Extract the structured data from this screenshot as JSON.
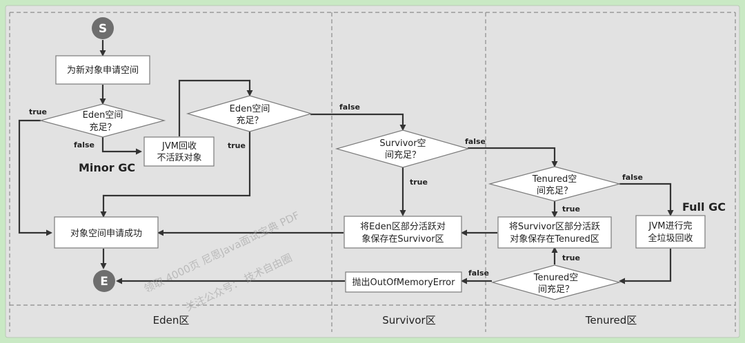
{
  "nodes": {
    "start": "S",
    "end": "E",
    "alloc_request": "为新对象申请空间",
    "eden_check_1_line1": "Eden空间",
    "eden_check_1_line2": "充足？",
    "jvm_reclaim_line1": "JVM回收",
    "jvm_reclaim_line2": "不活跃对象",
    "eden_check_2_line1": "Eden空间",
    "eden_check_2_line2": "充足？",
    "alloc_success": "对象空间申请成功",
    "survivor_check_line1": "Survivor空",
    "survivor_check_line2": "间充足？",
    "move_eden_to_survivor_line1": "将Eden区部分活跃对",
    "move_eden_to_survivor_line2": "象保存在Survivor区",
    "tenured_check_1_line1": "Tenured空",
    "tenured_check_1_line2": "间充足？",
    "move_survivor_to_tenured_line1": "将Survivor区部分活跃",
    "move_survivor_to_tenured_line2": "对象保存在Tenured区",
    "full_gc_box_line1": "JVM进行完",
    "full_gc_box_line2": "全垃圾回收",
    "tenured_check_2_line1": "Tenured空",
    "tenured_check_2_line2": "间充足？",
    "oom": "抛出OutOfMemoryError"
  },
  "edge_labels": {
    "true_1": "true",
    "false_1": "false",
    "true_2": "true",
    "false_2": "false",
    "true_3": "true",
    "false_3": "false",
    "true_4": "true",
    "false_4": "false",
    "true_5": "true",
    "false_5": "false"
  },
  "annotations": {
    "minor_gc": "Minor GC",
    "full_gc": "Full GC"
  },
  "zones": {
    "eden": "Eden区",
    "survivor": "Survivor区",
    "tenured": "Tenured区"
  },
  "watermark": {
    "line1": "领取 4000页 尼恩Java面试宝典 PDF",
    "line2": "关注公众号：  技术自由圈"
  },
  "colors": {
    "background": "#c9e9c4",
    "panel": "#e2e2e2",
    "terminal": "#6e6e6e"
  }
}
